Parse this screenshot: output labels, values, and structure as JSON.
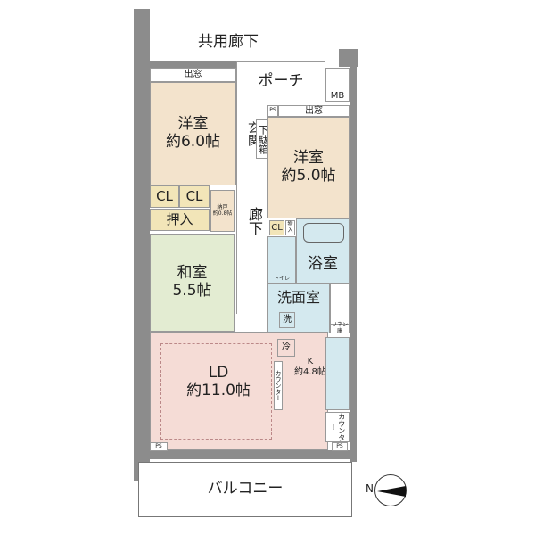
{
  "plan": {
    "common_corridor": "共用廊下",
    "porch": "ポーチ",
    "mb": "MB",
    "bay_window_1": "出窓",
    "bay_window_2": "出窓",
    "ps": "PS",
    "western_room_1": {
      "name": "洋室",
      "size": "約6.0帖"
    },
    "western_room_2": {
      "name": "洋室",
      "size": "約5.0帖"
    },
    "entrance": "玄関",
    "shoe_box": "下駄箱",
    "closet_1": "CL",
    "closet_2": "CL",
    "closet_3": "CL",
    "oshiire": "押入",
    "storage": "納戸",
    "storage_size": "約0.8帖",
    "storage_small": "物入",
    "hallway": "廊下",
    "toilet": "トイレ",
    "bath": "浴室",
    "japanese_room": {
      "name": "和室",
      "size": "5.5帖"
    },
    "washroom": "洗面室",
    "washer": "洗",
    "linen": "リネン庫",
    "fridge": "冷",
    "kitchen": {
      "name": "K",
      "size": "約4.8帖"
    },
    "counter_1": "カウンター",
    "counter_2": "カウンター",
    "ld": {
      "name": "LD",
      "size": "約11.0帖"
    },
    "balcony": "バルコニー",
    "north": "N"
  },
  "colors": {
    "western": "#f3e3cc",
    "japanese": "#e3ecd2",
    "ld": "#f5dcd6",
    "wet": "#d4e9ef",
    "closet": "#f2e5b8",
    "wall": "#8c8c8c"
  }
}
